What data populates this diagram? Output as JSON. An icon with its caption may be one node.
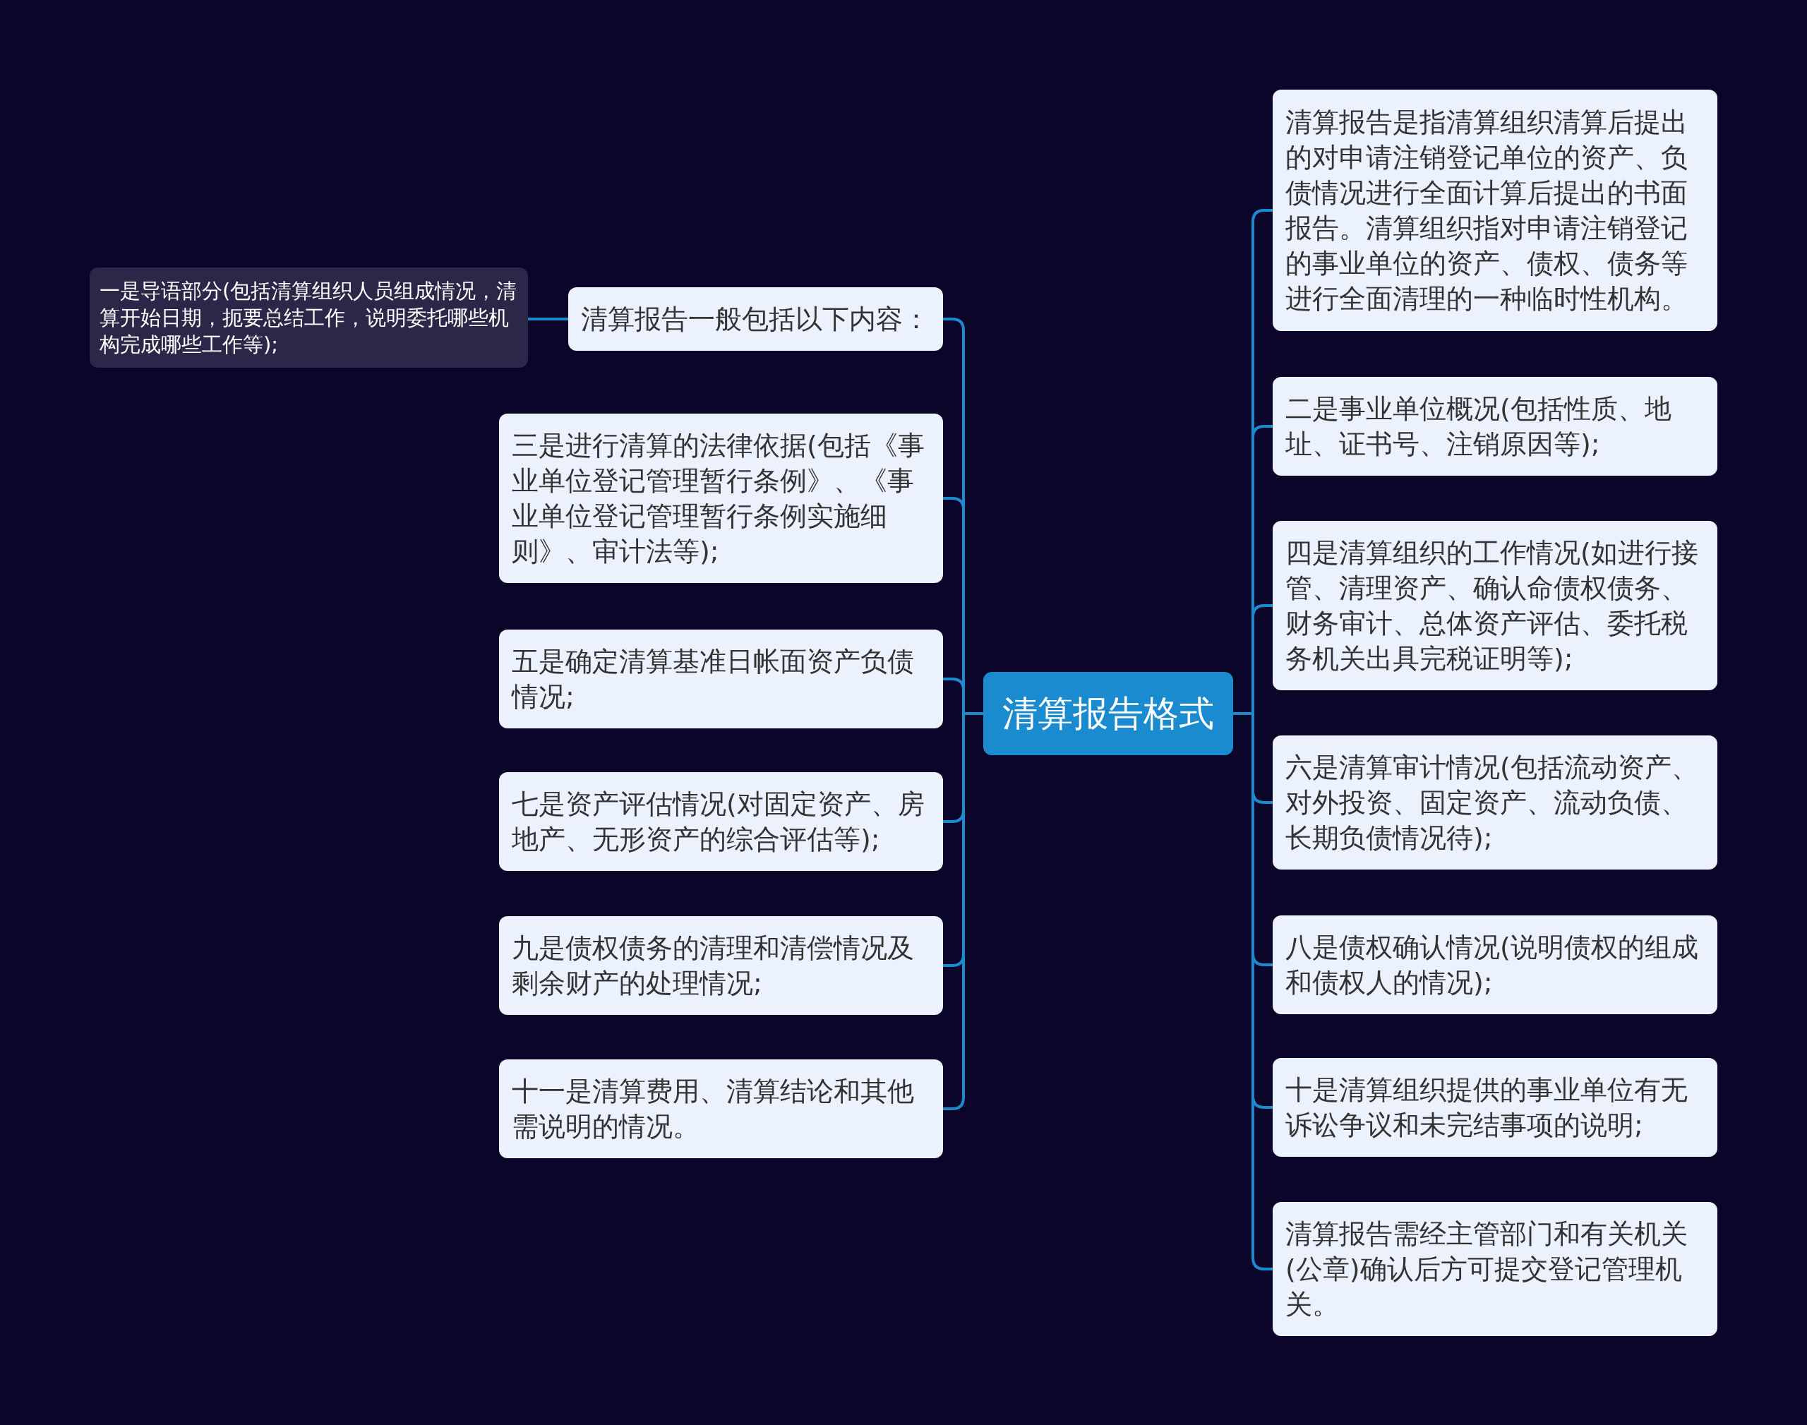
{
  "diagram": {
    "nodes": [
      {
        "text": [
          "清算报告格式"
        ]
      },
      {
        "text": [
          "清算报告一般包括以下内容："
        ]
      },
      {
        "text": [
          "三是进行清算的法律依据(包括《事业单位登记管理暂行条例》、《事业单位登记管理暂行条例实施细则》、审计法等);"
        ]
      },
      {
        "text": [
          "五是确定清算基准日帐面资产负债情况;"
        ]
      },
      {
        "text": [
          "七是资产评估情况(对固定资产、房地产、无形资产的综合评估等);"
        ]
      },
      {
        "text": [
          "九是债权债务的清理和清偿情况及剩余财产的处理情况;"
        ]
      },
      {
        "text": [
          "十一是清算费用、清算结论和其他需说明的情况。"
        ]
      },
      {
        "text": [
          "清算报告是指清算组织清算后提出的对申请注销登记单位的资产、负债情况进行全面计算后提出的书面报告。清算组织指对申请注销登记的事业单位的资产、债权、债务等进行全面清理的一种临时性机构。"
        ]
      },
      {
        "text": [
          "二是事业单位概况(包括性质、地址、证书号、注销原因等);"
        ]
      },
      {
        "text": [
          "四是清算组织的工作情况(如进行接管、清理资产、确认命债权债务、财务审计、总体资产评估、委托税务机关出具完税证明等);"
        ]
      },
      {
        "text": [
          "六是清算审计情况(包括流动资产、对外投资、固定资产、流动负债、长期负债情况待);"
        ]
      },
      {
        "text": [
          "八是债权确认情况(说明债权的组成和债权人的情况);"
        ]
      },
      {
        "text": [
          "十是清算组织提供的事业单位有无诉讼争议和未完结事项的说明;"
        ]
      },
      {
        "text": [
          "清算报告需经主管部门和有关机关(公章)确认后方可提交登记管理机关。"
        ]
      },
      {
        "text": [
          "一是导语部分(包括清算组织人员组成情况，清算开始日期，扼要总结工作，说明委托哪些机构完成哪些工作等);"
        ]
      }
    ],
    "edges": [
      {
        "from": 0,
        "to": 1,
        "arrow": "none"
      },
      {
        "from": 0,
        "to": 2,
        "arrow": "none"
      },
      {
        "from": 0,
        "to": 3,
        "arrow": "none"
      },
      {
        "from": 0,
        "to": 4,
        "arrow": "none"
      },
      {
        "from": 0,
        "to": 5,
        "arrow": "none"
      },
      {
        "from": 0,
        "to": 6,
        "arrow": "none"
      },
      {
        "from": 0,
        "to": 7,
        "arrow": "none"
      },
      {
        "from": 0,
        "to": 8,
        "arrow": "none"
      },
      {
        "from": 0,
        "to": 9,
        "arrow": "none"
      },
      {
        "from": 0,
        "to": 10,
        "arrow": "none"
      },
      {
        "from": 0,
        "to": 11,
        "arrow": "none"
      },
      {
        "from": 0,
        "to": 12,
        "arrow": "none"
      },
      {
        "from": 0,
        "to": 13,
        "arrow": "none"
      },
      {
        "from": 1,
        "to": 14,
        "arrow": "none"
      }
    ]
  }
}
